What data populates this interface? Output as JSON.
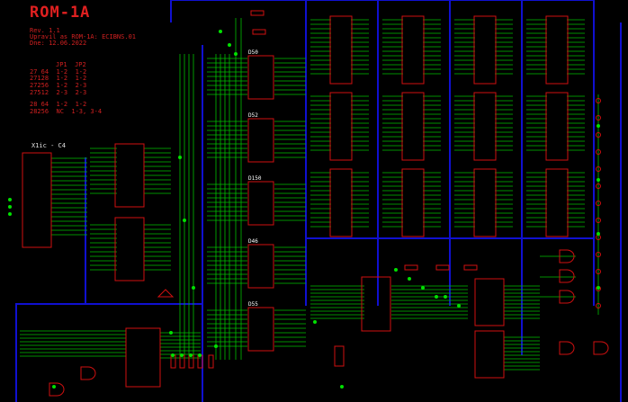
{
  "title": "ROM-1A",
  "revision": "Rev. 1.1",
  "modified_by": "Upravil as ROM-1A: ECIBNS.01",
  "date": "Dne: 12.06.2022",
  "jumper_header": "JP1  JP2",
  "jumper_rows": [
    "27 64  1-2  1-2",
    "27128  1-2  1-2",
    "27256  1-2  2-3",
    "27512  2-3  2-3",
    "28 64  1-2  1-2",
    "28256  NC  1-3, 3-4"
  ],
  "connector_label": "X1ic - C4",
  "chip_labels": [
    "D50",
    "D52",
    "D150",
    "D46",
    "D55"
  ],
  "colors": {
    "background": "#000000",
    "bus": "#1010d0",
    "wire": "#00c000",
    "component": "#d01010",
    "junction": "#00e000"
  }
}
